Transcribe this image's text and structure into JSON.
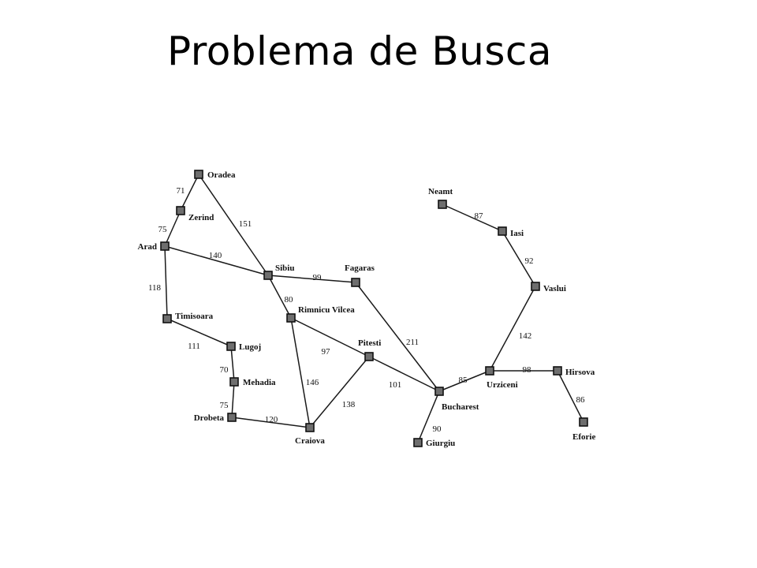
{
  "title": "Problema de Busca",
  "graph": {
    "cities": [
      {
        "id": "oradea",
        "name": "Oradea"
      },
      {
        "id": "zerind",
        "name": "Zerind"
      },
      {
        "id": "arad",
        "name": "Arad"
      },
      {
        "id": "timisoara",
        "name": "Timisoara"
      },
      {
        "id": "lugoj",
        "name": "Lugoj"
      },
      {
        "id": "mehadia",
        "name": "Mehadia"
      },
      {
        "id": "drobeta",
        "name": "Drobeta"
      },
      {
        "id": "craiova",
        "name": "Craiova"
      },
      {
        "id": "sibiu",
        "name": "Sibiu"
      },
      {
        "id": "rimnicu",
        "name": "Rimnicu Vilcea"
      },
      {
        "id": "fagaras",
        "name": "Fagaras"
      },
      {
        "id": "pitesti",
        "name": "Pitesti"
      },
      {
        "id": "bucharest",
        "name": "Bucharest"
      },
      {
        "id": "giurgiu",
        "name": "Giurgiu"
      },
      {
        "id": "urziceni",
        "name": "Urziceni"
      },
      {
        "id": "hirsova",
        "name": "Hirsova"
      },
      {
        "id": "eforie",
        "name": "Eforie"
      },
      {
        "id": "vaslui",
        "name": "Vaslui"
      },
      {
        "id": "iasi",
        "name": "Iasi"
      },
      {
        "id": "neamt",
        "name": "Neamt"
      }
    ],
    "roads": [
      {
        "from": "oradea",
        "to": "zerind",
        "distance": "71"
      },
      {
        "from": "oradea",
        "to": "sibiu",
        "distance": "151"
      },
      {
        "from": "zerind",
        "to": "arad",
        "distance": "75"
      },
      {
        "from": "arad",
        "to": "sibiu",
        "distance": "140"
      },
      {
        "from": "arad",
        "to": "timisoara",
        "distance": "118"
      },
      {
        "from": "timisoara",
        "to": "lugoj",
        "distance": "111"
      },
      {
        "from": "lugoj",
        "to": "mehadia",
        "distance": "70"
      },
      {
        "from": "mehadia",
        "to": "drobeta",
        "distance": "75"
      },
      {
        "from": "drobeta",
        "to": "craiova",
        "distance": "120"
      },
      {
        "from": "sibiu",
        "to": "fagaras",
        "distance": "99"
      },
      {
        "from": "sibiu",
        "to": "rimnicu",
        "distance": "80"
      },
      {
        "from": "rimnicu",
        "to": "pitesti",
        "distance": "97"
      },
      {
        "from": "rimnicu",
        "to": "craiova",
        "distance": "146"
      },
      {
        "from": "craiova",
        "to": "pitesti",
        "distance": "138"
      },
      {
        "from": "fagaras",
        "to": "bucharest",
        "distance": "211"
      },
      {
        "from": "pitesti",
        "to": "bucharest",
        "distance": "101"
      },
      {
        "from": "bucharest",
        "to": "giurgiu",
        "distance": "90"
      },
      {
        "from": "bucharest",
        "to": "urziceni",
        "distance": "85"
      },
      {
        "from": "urziceni",
        "to": "hirsova",
        "distance": "98"
      },
      {
        "from": "hirsova",
        "to": "eforie",
        "distance": "86"
      },
      {
        "from": "urziceni",
        "to": "vaslui",
        "distance": "142"
      },
      {
        "from": "vaslui",
        "to": "iasi",
        "distance": "92"
      },
      {
        "from": "iasi",
        "to": "neamt",
        "distance": "87"
      }
    ]
  }
}
